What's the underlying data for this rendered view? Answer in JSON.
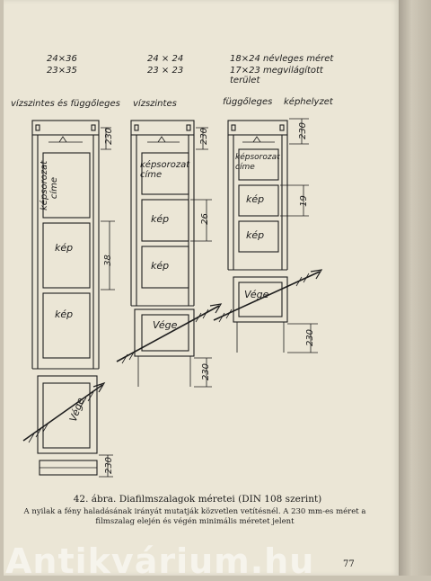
{
  "figure": {
    "columns": [
      {
        "size_lines": [
          "24×36",
          "23×35"
        ],
        "orientation": "vízszintes és függőleges",
        "frame_labels": [
          "képsorozat címe",
          "kép",
          "kép",
          "Vége"
        ],
        "dims": [
          "230",
          "38",
          "230"
        ]
      },
      {
        "size_lines": [
          "24 × 24",
          "23 × 23"
        ],
        "orientation": "vízszintes",
        "frame_labels": [
          "képsorozat címe",
          "kép",
          "kép",
          "Vége"
        ],
        "dims": [
          "230",
          "26",
          "230"
        ]
      },
      {
        "size_lines": [
          "18×24 névleges méret",
          "17×23 megvilágított terület"
        ],
        "orientation": "függőleges",
        "orientation2": "képhelyzet",
        "frame_labels": [
          "képsorozat címe",
          "kép",
          "kép",
          "Vége"
        ],
        "dims": [
          "230",
          "19",
          "230"
        ]
      }
    ]
  },
  "caption": {
    "title": "42. ábra. Diafilmszalagok méretei (DIN 108 szerint)",
    "body": "A nyilak a fény haladásának irányát mutatják közvetlen vetítésnél. A 230 mm-es méret a filmszalag elején és végén minimális méretet jelent"
  },
  "page_number": "77",
  "watermark": "Antikvárium.hu"
}
